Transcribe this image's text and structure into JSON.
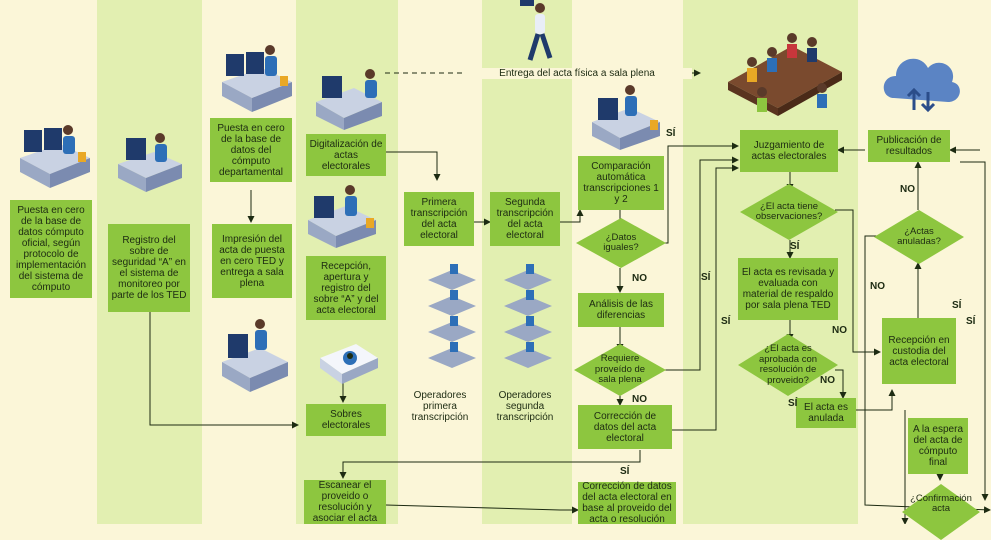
{
  "colors": {
    "band_light": "#fbf6d8",
    "band_green": "#e2efb1",
    "box": "#8dc63f",
    "line": "#1d2b12"
  },
  "nodes": {
    "col1_reset": "Puesta en cero de la base de datos cómputo oficial, según protocolo de implementación del sistema de cómputo",
    "col2_register": "Registro del sobre de seguridad “A” en el sistema de monitoreo por parte de los TED",
    "col3_reset": "Puesta en cero de la base de datos del cómputo departamental",
    "col3_print": "Impresión del acta de puesta en cero TED y entrega a sala plena",
    "col4_digital": "Digitalización de actas electorales",
    "col4_reception": "Recepción, apertura y registro del sobre “A” y del acta electoral",
    "col4_envelopes": "Sobres electorales",
    "col4_scan": "Escanear el proveido o resolución y asociar el acta",
    "col5_first": "Primera transcripción del acta electoral",
    "col5_operators": "Operadores primera transcripción",
    "col6_second": "Segunda transcripción del acta electoral",
    "col6_operators": "Operadores segunda transcripción",
    "col7_compare": "Comparación automática transcripciones 1 y 2",
    "col7_equal_q": "¿Datos iguales?",
    "col7_analysis": "Análisis de las diferencias",
    "col7_requires_q": "Requiere proveído de sala plena",
    "col7_correction": "Corrección de datos del acta electoral",
    "col7_correction2": "Corrección de datos del acta electoral en base al proveido del acta o resolución",
    "col8_judge": "Juzgamiento de actas electorales",
    "col8_obs_q": "¿El acta tiene observaciones?",
    "col8_review": "El acta es revisada y evaluada con material de respaldo por sala plena TED",
    "col8_approved_q": "¿El acta es aprobada con resolución de proveido?",
    "col8_annulled": "El acta es anulada",
    "col9_publish": "Publicación de resultados",
    "col9_annulled_q": "¿Actas anuladas?",
    "col9_custody": "Recepción en custodia del acta electoral",
    "col9_wait": "A la espera del acta de cómputo final",
    "col9_confirm_q": "¿Confirmación acta"
  },
  "labels": {
    "delivery": "Entrega del acta física a sala plena",
    "si": "SÍ",
    "no": "NO"
  },
  "icons": [
    "computer-operator-icon",
    "walking-person-icon",
    "meeting-table-icon",
    "cloud-icon",
    "envelope-icon"
  ]
}
